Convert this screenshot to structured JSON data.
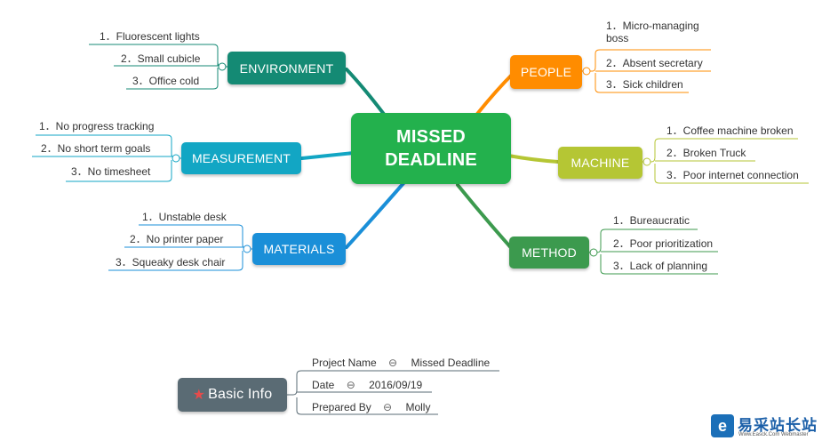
{
  "central": {
    "line1": "MISSED",
    "line2": "DEADLINE",
    "color": "#23b14d"
  },
  "branches": {
    "environment": {
      "label": "ENVIRONMENT",
      "color": "#148a74",
      "items": [
        "1．Fluorescent lights",
        "2．Small cubicle",
        "3．Office cold"
      ]
    },
    "people": {
      "label": "PEOPLE",
      "color": "#ff8c00",
      "items": [
        "1．Micro-managing boss",
        "2．Absent secretary",
        "3．Sick children"
      ]
    },
    "measurement": {
      "label": "MEASUREMENT",
      "color": "#12a6c4",
      "items": [
        "1．No progress tracking",
        "2．No short term goals",
        "3．No timesheet"
      ]
    },
    "machine": {
      "label": "MACHINE",
      "color": "#b5c634",
      "items": [
        "1．Coffee machine broken",
        "2．Broken Truck",
        "3．Poor internet connection"
      ]
    },
    "materials": {
      "label": "MATERIALS",
      "color": "#1a8fd8",
      "items": [
        "1．Unstable desk",
        "2．No printer paper",
        "3．Squeaky desk chair"
      ]
    },
    "method": {
      "label": "METHOD",
      "color": "#3c9a4e",
      "items": [
        "1．Bureaucratic",
        "2．Poor prioritization",
        "3．Lack of planning"
      ]
    }
  },
  "basic_info": {
    "label": "Basic Info",
    "rows": [
      {
        "key": "Project Name",
        "value": "Missed Deadline"
      },
      {
        "key": "Date",
        "value": "2016/09/19"
      },
      {
        "key": "Prepared By",
        "value": "Molly"
      }
    ]
  },
  "collapse_symbol": "⊖",
  "watermark": {
    "text": "易采站长站",
    "subtext": "Www.Easck.Com Webmaster"
  }
}
